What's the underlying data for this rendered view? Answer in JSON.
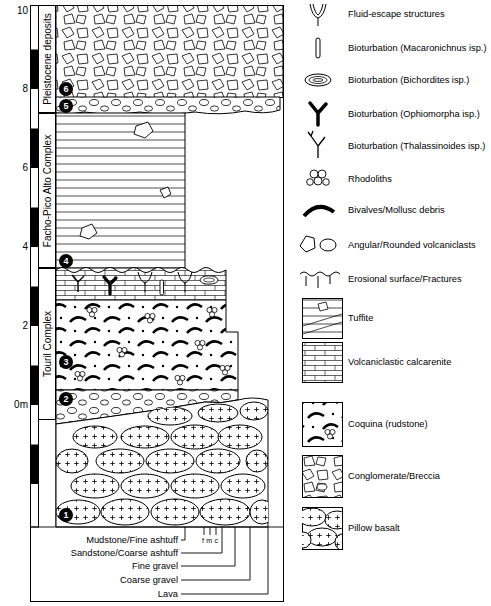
{
  "diagram": {
    "nodes": [
      {
        "text": [
          "Pleistocene deposits"
        ]
      },
      {
        "text": [
          "Facho-Pico Alto Complex"
        ]
      },
      {
        "text": [
          "Touril Complex"
        ]
      }
    ],
    "labels": [
      "10",
      "8",
      "6",
      "4",
      "2",
      "0m",
      "6",
      "5",
      "4",
      "3",
      "2",
      "1",
      "Mudstone/Fine ashtuff",
      "Sandstone/Coarse ashtuff",
      "Fine gravel",
      "Coarse gravel",
      "Lava",
      "fmc"
    ],
    "legend": [
      {
        "text": "Fluid-escape structures"
      },
      {
        "text": "Bioturbation (Macaronichnus isp.)"
      },
      {
        "text": "Bioturbation (Bichordites isp.)"
      },
      {
        "text": "Bioturbation (Ophiomorpha isp.)"
      },
      {
        "text": "Bioturbation (Thalassinoides isp.)"
      },
      {
        "text": "Rhodoliths"
      },
      {
        "text": "Bivalves/Mollusc debris"
      },
      {
        "text": "Angular/Rounded volcaniclasts"
      },
      {
        "text": "Erosional surface/Fractures"
      },
      {
        "text": "Tuffite"
      },
      {
        "text": "Volcaniclastic calcarenite"
      },
      {
        "text": "Coquina (rudstone)"
      },
      {
        "text": "Conglomerate/Breccia"
      },
      {
        "text": "Pillow basalt"
      }
    ]
  }
}
